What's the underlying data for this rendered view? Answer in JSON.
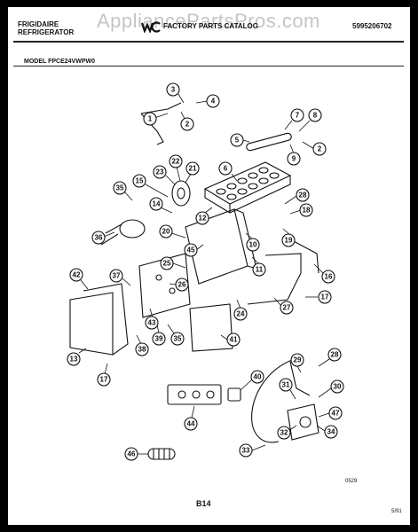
{
  "header": {
    "brand_line1": "FRIGIDAIRE",
    "brand_line2": "REFRIGERATOR",
    "catalog_title": "FACTORY PARTS CATALOG",
    "part_number": "5995206702",
    "watermark": "AppliancePartsPros.com"
  },
  "model": "MODEL FPCE24VWPW0",
  "footer": {
    "sheet": "B14",
    "code": "0529",
    "date": "5/91"
  },
  "callouts": [
    "1",
    "2",
    "3",
    "4",
    "5",
    "6",
    "7",
    "8",
    "9",
    "10",
    "11",
    "12",
    "13",
    "14",
    "15",
    "16",
    "17",
    "18",
    "19",
    "20",
    "21",
    "22",
    "23",
    "24",
    "25",
    "26",
    "27",
    "28",
    "29",
    "30",
    "31",
    "32",
    "33",
    "34",
    "35",
    "36",
    "37",
    "38",
    "39",
    "40",
    "41",
    "42",
    "43",
    "44",
    "45",
    "46",
    "47"
  ]
}
